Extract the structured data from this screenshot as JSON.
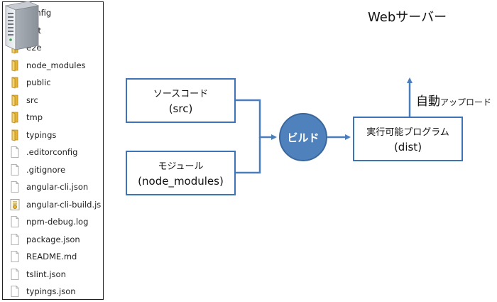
{
  "file_panel": {
    "items": [
      {
        "name": "config",
        "icon": "folder-icon"
      },
      {
        "name": "dist",
        "icon": "folder-icon"
      },
      {
        "name": "e2e",
        "icon": "folder-icon"
      },
      {
        "name": "node_modules",
        "icon": "folder-icon"
      },
      {
        "name": "public",
        "icon": "folder-icon"
      },
      {
        "name": "src",
        "icon": "folder-icon"
      },
      {
        "name": "tmp",
        "icon": "folder-icon"
      },
      {
        "name": "typings",
        "icon": "folder-icon"
      },
      {
        "name": ".editorconfig",
        "icon": "file-icon"
      },
      {
        "name": ".gitignore",
        "icon": "file-icon"
      },
      {
        "name": "angular-cli.json",
        "icon": "file-icon"
      },
      {
        "name": "angular-cli-build.js",
        "icon": "script-file-icon"
      },
      {
        "name": "npm-debug.log",
        "icon": "file-icon"
      },
      {
        "name": "package.json",
        "icon": "file-icon"
      },
      {
        "name": "README.md",
        "icon": "file-icon"
      },
      {
        "name": "tslint.json",
        "icon": "file-icon"
      },
      {
        "name": "typings.json",
        "icon": "file-icon"
      }
    ]
  },
  "diagram": {
    "source_box": {
      "line1": "ソースコード",
      "line2": "(src)"
    },
    "modules_box": {
      "line1": "モジュール",
      "line2": "(node_modules)"
    },
    "build_node": {
      "label": "ビルド"
    },
    "output_box": {
      "line1": "実行可能プログラム",
      "line2": "(dist)"
    },
    "server_title": "Webサーバー",
    "upload_label_big": "自動",
    "upload_label_small": "アップロード",
    "colors": {
      "accent": "#4f81bd",
      "border": "#3f73b7",
      "arrow": "#4a7ebb"
    }
  }
}
